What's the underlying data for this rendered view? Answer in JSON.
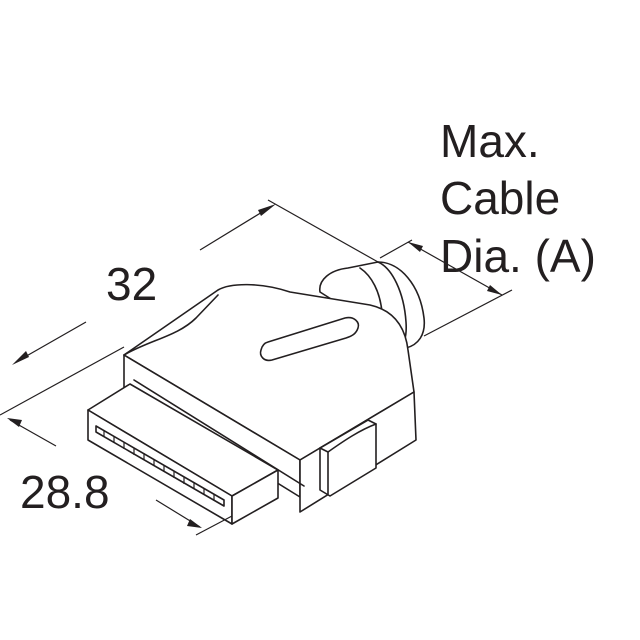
{
  "drawing": {
    "dim_length": "32",
    "dim_width": "28.8",
    "cable_label_line1": "Max.",
    "cable_label_line2": "Cable",
    "cable_label_line3": "Dia. (A)"
  },
  "colors": {
    "ink": "#231f20",
    "background": "#ffffff"
  }
}
